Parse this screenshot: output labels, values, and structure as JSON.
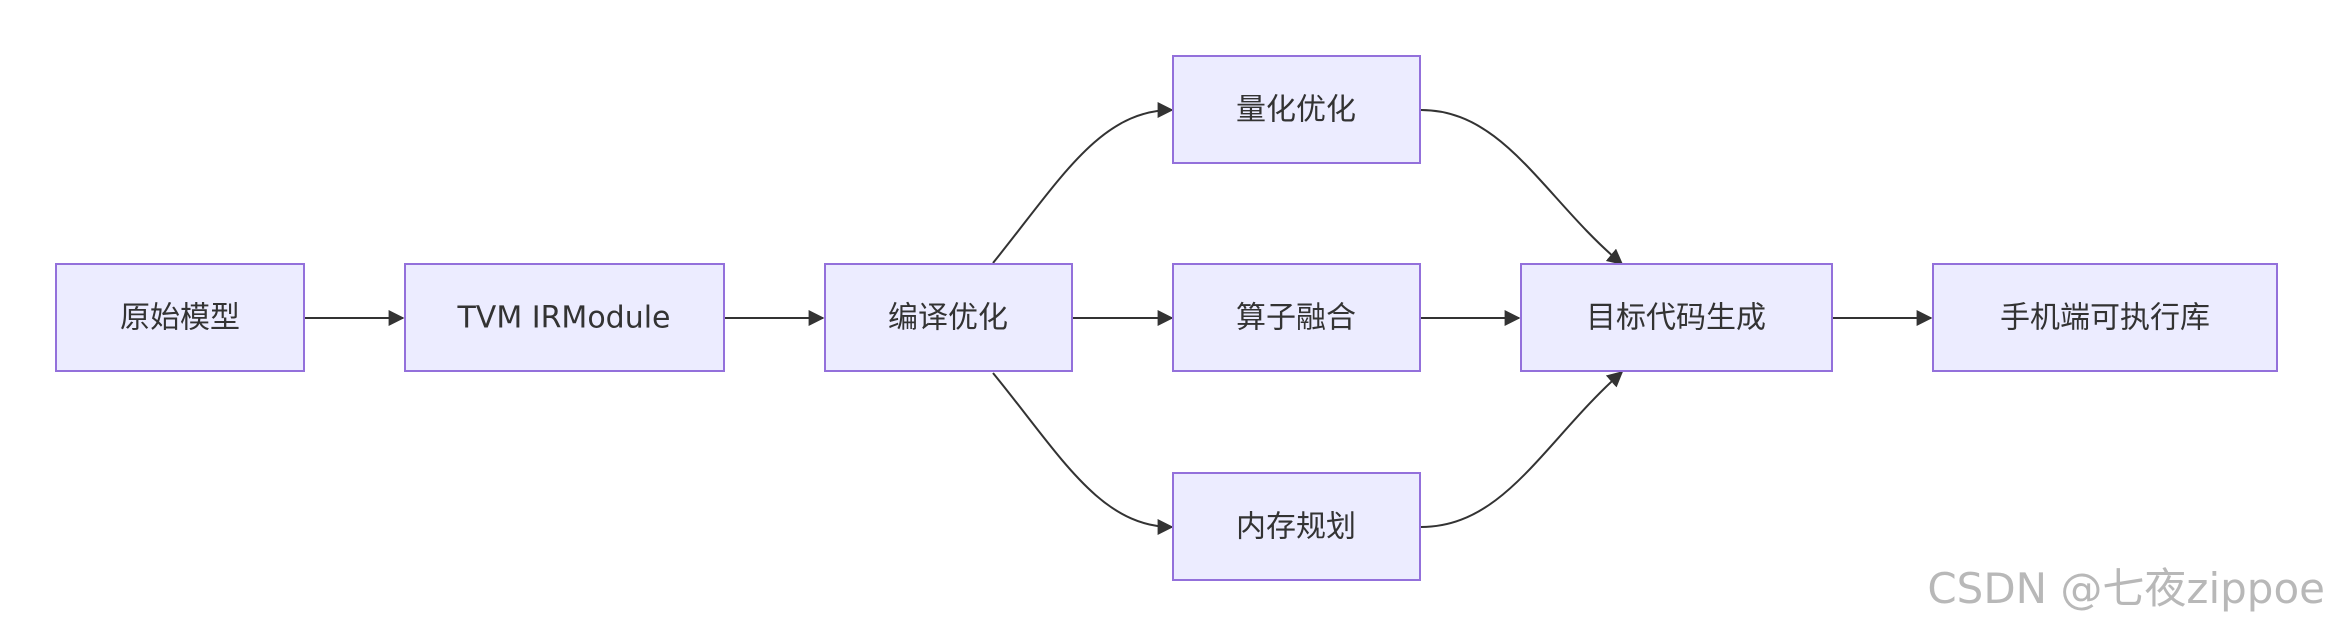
{
  "nodes": {
    "model": {
      "label": "原始模型"
    },
    "irmodule": {
      "label": "TVM IRModule"
    },
    "compile": {
      "label": "编译优化"
    },
    "quant": {
      "label": "量化优化"
    },
    "fusion": {
      "label": "算子融合"
    },
    "memory": {
      "label": "内存规划"
    },
    "codegen": {
      "label": "目标代码生成"
    },
    "lib": {
      "label": "手机端可执行库"
    }
  },
  "edges": [
    {
      "from": "原始模型",
      "to": "TVM IRModule"
    },
    {
      "from": "TVM IRModule",
      "to": "编译优化"
    },
    {
      "from": "编译优化",
      "to": "量化优化"
    },
    {
      "from": "编译优化",
      "to": "算子融合"
    },
    {
      "from": "编译优化",
      "to": "内存规划"
    },
    {
      "from": "量化优化",
      "to": "目标代码生成"
    },
    {
      "from": "算子融合",
      "to": "目标代码生成"
    },
    {
      "from": "内存规划",
      "to": "目标代码生成"
    },
    {
      "from": "目标代码生成",
      "to": "手机端可执行库"
    }
  ],
  "colors": {
    "node_fill": "#ECECFF",
    "node_border": "#9370DB",
    "edge": "#333333",
    "text": "#333333",
    "watermark": "#b8b8b8"
  },
  "watermark": "CSDN @七夜zippoe"
}
